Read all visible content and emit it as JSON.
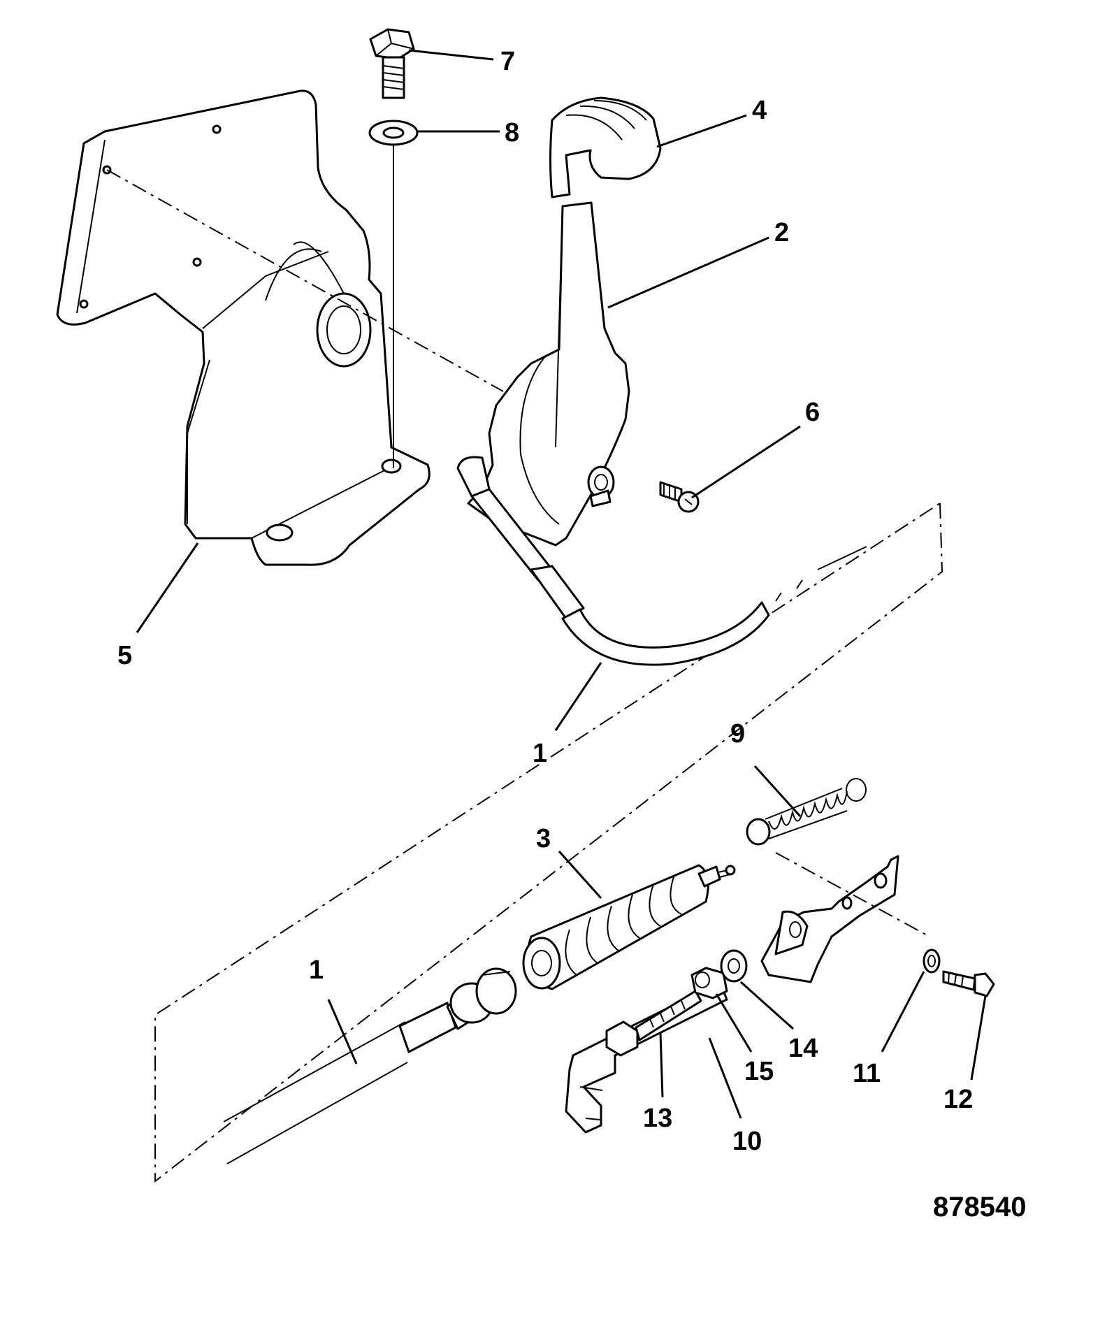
{
  "callouts": {
    "c7": "7",
    "c8": "8",
    "c4": "4",
    "c2": "2",
    "c6": "6",
    "c5": "5",
    "c1a": "1",
    "c9": "9",
    "c3": "3",
    "c1b": "1",
    "c14": "14",
    "c15": "15",
    "c11": "11",
    "c12": "12",
    "c13": "13",
    "c10": "10"
  },
  "figure_number": "878540"
}
